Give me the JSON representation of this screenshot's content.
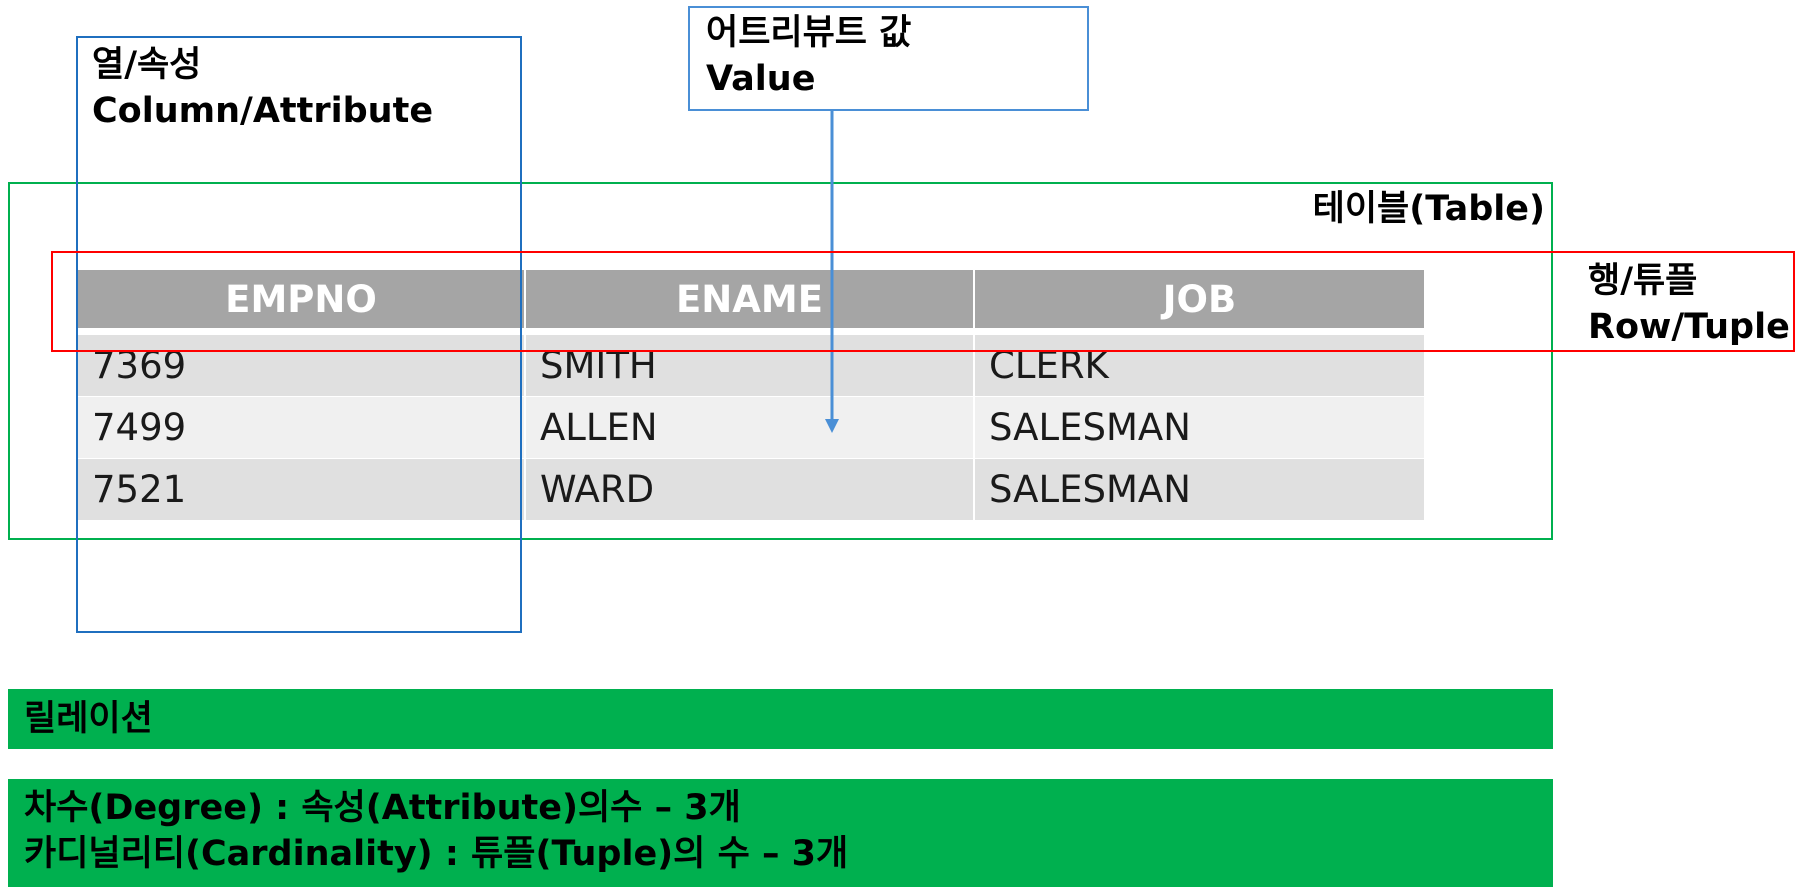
{
  "column_label": {
    "ko": "열/속성",
    "en": "Column/Attribute"
  },
  "value_label": {
    "ko": "어트리뷰트 값",
    "en": "Value"
  },
  "table_label": "테이블(Table)",
  "row_label": {
    "ko": "행/튜플",
    "en": "Row/Tuple"
  },
  "grid": {
    "headers": [
      "EMPNO",
      "ENAME",
      "JOB"
    ],
    "rows": [
      [
        "7369",
        "SMITH",
        "CLERK"
      ],
      [
        "7499",
        "ALLEN",
        "SALESMAN"
      ],
      [
        "7521",
        "WARD",
        "SALESMAN"
      ]
    ]
  },
  "relation_label": "릴레이션",
  "stats": {
    "degree": "차수(Degree) : 속성(Attribute)의수 – 3개",
    "cardinality": "카디널리티(Cardinality) : 튜플(Tuple)의 수 – 3개"
  },
  "colors": {
    "column_box": "#1f6fbf",
    "value_box": "#4a8fd6",
    "table_box": "#00b04f",
    "row_box": "#ff0000",
    "header_fill": "#a5a5a5",
    "bar_fill": "#00b04f"
  }
}
